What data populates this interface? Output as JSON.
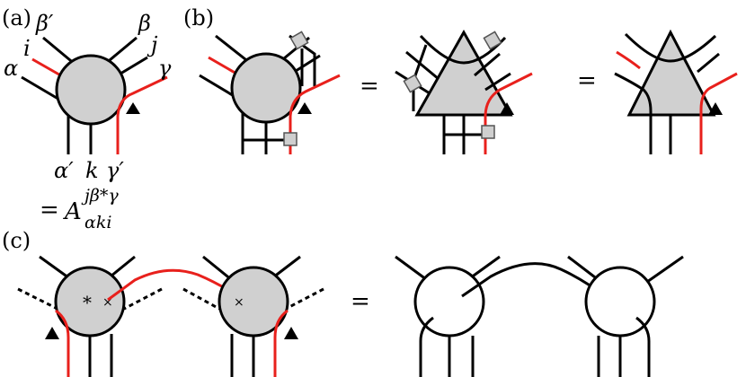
{
  "panels": {
    "a": {
      "tag": "(a)"
    },
    "b": {
      "tag": "(b)"
    },
    "c": {
      "tag": "(c)"
    }
  },
  "labels": {
    "beta_prime": "β′",
    "beta": "β",
    "i": "i",
    "j": "j",
    "alpha": "α",
    "gamma": "γ",
    "alpha_prime": "α′",
    "k": "k",
    "gamma_prime": "γ′"
  },
  "formula": {
    "equals": "=",
    "base": "A",
    "superscript": "jβ*γ",
    "subscript": "αki"
  },
  "symbols": {
    "equals": "=",
    "star": "*",
    "cross": "×"
  },
  "colors": {
    "disc_fill": "#d0d0d0",
    "highlight_line": "#e8201c",
    "line": "#000000"
  }
}
